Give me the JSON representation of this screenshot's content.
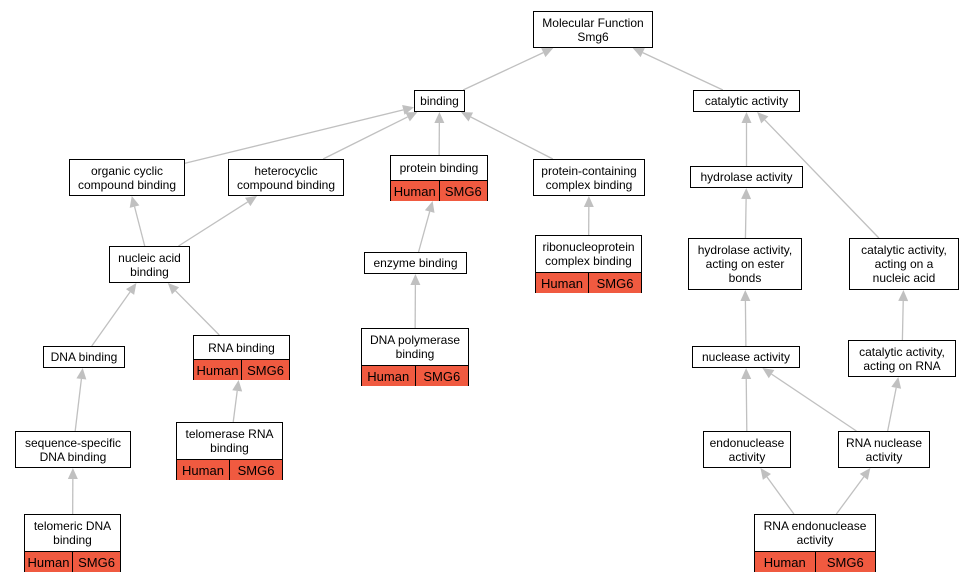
{
  "colors": {
    "edge": "#c0c0c0",
    "annotation": "#f05a40",
    "border": "#000000"
  },
  "nodes": {
    "mf": {
      "lines": [
        "Molecular Function",
        "Smg6"
      ]
    },
    "bind": {
      "lines": [
        "binding"
      ]
    },
    "cat": {
      "lines": [
        "catalytic activity"
      ]
    },
    "occ": {
      "lines": [
        "organic cyclic",
        "compound binding"
      ]
    },
    "hcc": {
      "lines": [
        "heterocyclic",
        "compound binding"
      ]
    },
    "prot": {
      "lines": [
        "protein binding"
      ],
      "ann": [
        "Human",
        "SMG6"
      ]
    },
    "pcc": {
      "lines": [
        "protein-containing",
        "complex binding"
      ]
    },
    "hyd": {
      "lines": [
        "hydrolase activity"
      ]
    },
    "nab": {
      "lines": [
        "nucleic acid",
        "binding"
      ]
    },
    "enz": {
      "lines": [
        "enzyme binding"
      ]
    },
    "rnp": {
      "lines": [
        "ribonucleoprotein",
        "complex binding"
      ],
      "ann": [
        "Human",
        "SMG6"
      ]
    },
    "hydes": {
      "lines": [
        "hydrolase activity,",
        "acting on ester",
        "bonds"
      ]
    },
    "catna": {
      "lines": [
        "catalytic activity,",
        "acting on a",
        "nucleic acid"
      ]
    },
    "dna": {
      "lines": [
        "DNA binding"
      ]
    },
    "rna": {
      "lines": [
        "RNA binding"
      ],
      "ann": [
        "Human",
        "SMG6"
      ]
    },
    "dnap": {
      "lines": [
        "DNA polymerase",
        "binding"
      ],
      "ann": [
        "Human",
        "SMG6"
      ]
    },
    "nuc": {
      "lines": [
        "nuclease activity"
      ]
    },
    "catrna": {
      "lines": [
        "catalytic activity,",
        "acting on RNA"
      ]
    },
    "ssdna": {
      "lines": [
        "sequence-specific",
        "DNA binding"
      ]
    },
    "telrna": {
      "lines": [
        "telomerase RNA",
        "binding"
      ],
      "ann": [
        "Human",
        "SMG6"
      ]
    },
    "endo": {
      "lines": [
        "endonuclease",
        "activity"
      ]
    },
    "rnanuc": {
      "lines": [
        "RNA nuclease",
        "activity"
      ]
    },
    "teldna": {
      "lines": [
        "telomeric DNA",
        "binding"
      ],
      "ann": [
        "Human",
        "SMG6"
      ]
    },
    "rnaendo": {
      "lines": [
        "RNA endonuclease",
        "activity"
      ],
      "ann": [
        "Human",
        "SMG6"
      ]
    }
  },
  "edges": [
    [
      "bind",
      "mf"
    ],
    [
      "cat",
      "mf"
    ],
    [
      "occ",
      "bind"
    ],
    [
      "hcc",
      "bind"
    ],
    [
      "prot",
      "bind"
    ],
    [
      "pcc",
      "bind"
    ],
    [
      "hyd",
      "cat"
    ],
    [
      "catna",
      "cat"
    ],
    [
      "nab",
      "occ"
    ],
    [
      "nab",
      "hcc"
    ],
    [
      "enz",
      "prot"
    ],
    [
      "rnp",
      "pcc"
    ],
    [
      "dnap",
      "enz"
    ],
    [
      "hydes",
      "hyd"
    ],
    [
      "nuc",
      "hydes"
    ],
    [
      "catrna",
      "catna"
    ],
    [
      "dna",
      "nab"
    ],
    [
      "rna",
      "nab"
    ],
    [
      "ssdna",
      "dna"
    ],
    [
      "teldna",
      "ssdna"
    ],
    [
      "telrna",
      "rna"
    ],
    [
      "endo",
      "nuc"
    ],
    [
      "rnanuc",
      "nuc"
    ],
    [
      "rnanuc",
      "catrna"
    ],
    [
      "rnaendo",
      "endo"
    ],
    [
      "rnaendo",
      "rnanuc"
    ]
  ]
}
